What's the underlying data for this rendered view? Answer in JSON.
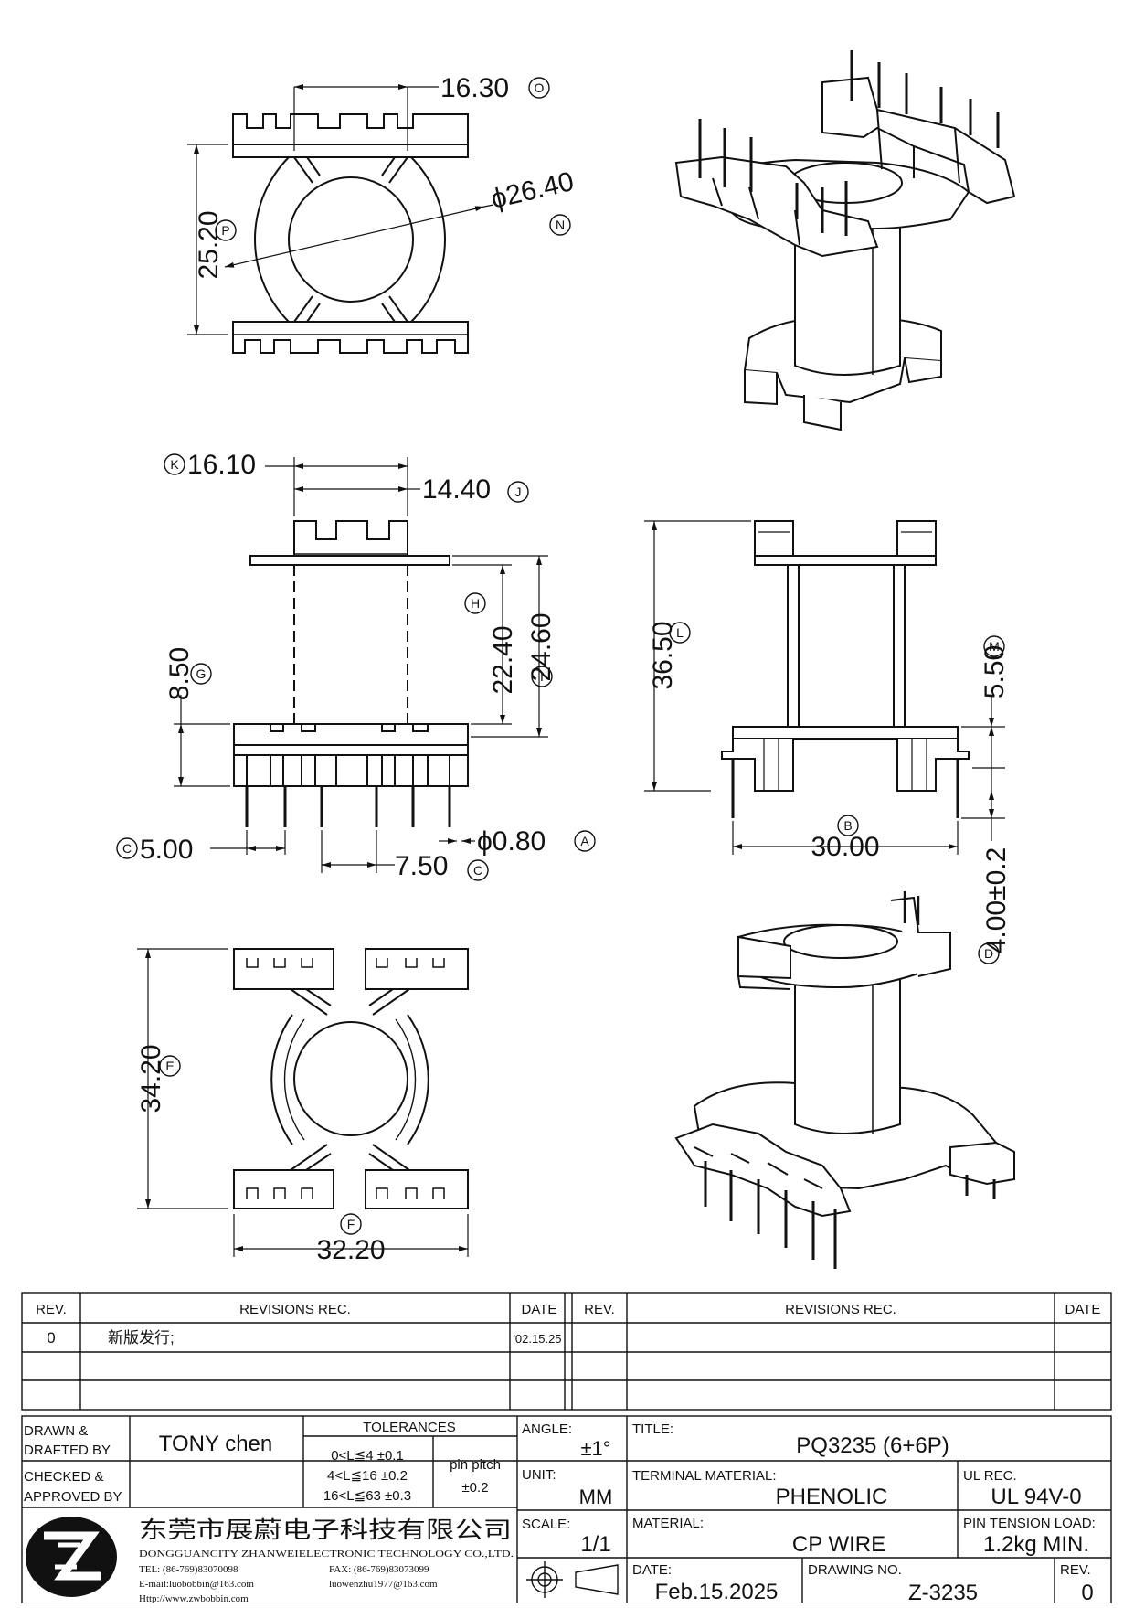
{
  "drawing": {
    "top_view": {
      "width_dim": "16.30",
      "width_ref": "O",
      "height_dim": "25.20",
      "height_ref": "P",
      "diameter_dim": "ϕ26.40",
      "diameter_ref": "N"
    },
    "front_view": {
      "outer_width": "16.10",
      "outer_width_ref": "K",
      "inner_width": "14.40",
      "inner_width_ref": "J",
      "winding_height": "22.40",
      "winding_height_ref": "H",
      "total_height": "24.60",
      "total_height_ref": "I",
      "base_height": "8.50",
      "base_height_ref": "G",
      "pin_spacing": "5.00",
      "pin_spacing_ref": "C",
      "pin_pitch": "7.50",
      "pin_pitch_ref": "C",
      "pin_diameter": "ϕ0.80",
      "pin_diameter_ref": "A"
    },
    "side_view": {
      "height": "36.50",
      "height_ref": "L",
      "flange": "5.50",
      "flange_ref": "M",
      "width": "30.00",
      "width_ref": "B",
      "pin_length": "4.00±0.2",
      "pin_length_ref": "D"
    },
    "bottom_view": {
      "height": "34.20",
      "height_ref": "E",
      "width": "32.20",
      "width_ref": "F"
    }
  },
  "revisions": {
    "headers": {
      "rev": "REV.",
      "rec": "REVISIONS   REC.",
      "date": "DATE"
    },
    "rows": [
      {
        "rev": "0",
        "rec": "新版发行;",
        "date": "'02.15.25"
      }
    ]
  },
  "title_block": {
    "drawn_label_1": "DRAWN &",
    "drawn_label_2": "DRAFTED BY",
    "drawn_value": "TONY chen",
    "checked_label_1": "CHECKED &",
    "checked_label_2": "APPROVED BY",
    "tolerances_label": "TOLERANCES",
    "tol_1": "0<L≦4   ±0.1",
    "tol_2": "4<L≦16  ±0.2",
    "tol_3": "16<L≦63  ±0.3",
    "pin_pitch_label": "pin pitch",
    "pin_pitch_tol": "±0.2",
    "angle_label": "ANGLE:",
    "angle_value": "±1°",
    "unit_label": "UNIT:",
    "unit_value": "MM",
    "scale_label": "SCALE:",
    "scale_value": "1/1",
    "title_label": "TITLE:",
    "title_value": "PQ3235 (6+6P)",
    "terminal_label": "TERMINAL MATERIAL:",
    "terminal_value": "PHENOLIC",
    "ul_label": "UL REC.",
    "ul_value": "UL 94V-0",
    "material_label": "MATERIAL:",
    "material_value": "CP WIRE",
    "pin_tension_label": "PIN TENSION LOAD:",
    "pin_tension_value": "1.2kg MIN.",
    "date_label": "DATE:",
    "date_value": "Feb.15.2025",
    "drawing_no_label": "DRAWING NO.",
    "drawing_no_value": "Z-3235",
    "rev_label": "REV.",
    "rev_value": "0"
  },
  "company": {
    "name_cn": "东莞市展蔚电子科技有限公司",
    "name_en": "DONGGUANCITY ZHANWEIELECTRONIC TECHNOLOGY CO.,LTD.",
    "tel": "TEL: (86-769)83070098",
    "fax": "FAX: (86-769)83073099",
    "email1": "E-mail:luobobbin@163.com",
    "email2": "luowenzhu1977@163.com",
    "http": "Http://www.zwbobbin.com"
  }
}
